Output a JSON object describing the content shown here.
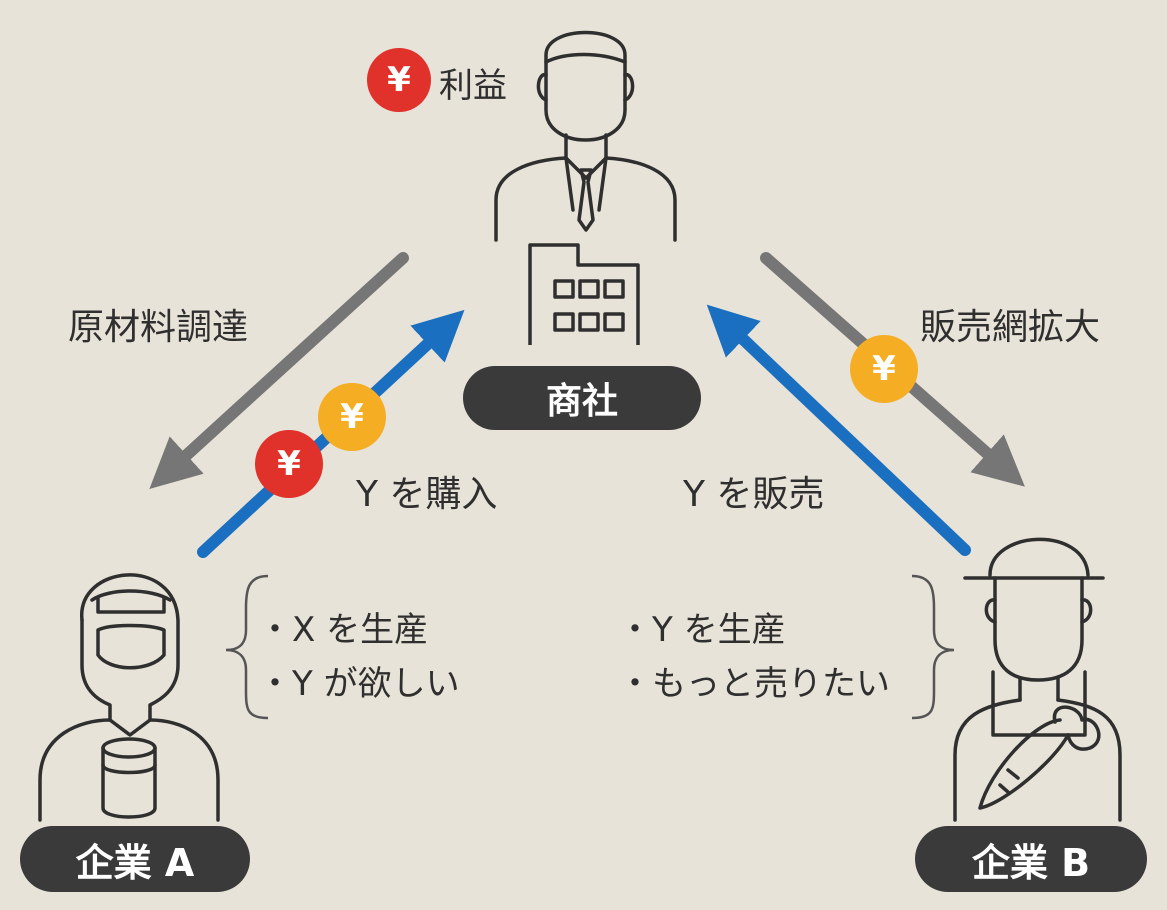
{
  "colors": {
    "background": "#e8e3d8",
    "material_arrow": "#767676",
    "goods_arrow": "#1a6fc0",
    "profit_coin": "#e0312b",
    "payment_coin": "#f5ad23",
    "label_fill": "#3a3a3a",
    "icon_stroke": "#2f2f2f"
  },
  "trading_company": {
    "label": "商社",
    "profit_label": "利益",
    "profit_coin_symbol": "¥"
  },
  "company_a": {
    "label": "企業 A",
    "needs": [
      "・X を生産",
      "・Y が欲しい"
    ]
  },
  "company_b": {
    "label": "企業 B",
    "needs": [
      "・Y を生産",
      "・もっと売りたい"
    ]
  },
  "flows": {
    "procurement_label": "原材料調達",
    "purchase_label": "Y を購入",
    "sell_label": "Y を販売",
    "expansion_label": "販売網拡大"
  },
  "coins": {
    "purchase_payment": "¥",
    "purchase_profit": "¥",
    "expansion_payment": "¥"
  }
}
